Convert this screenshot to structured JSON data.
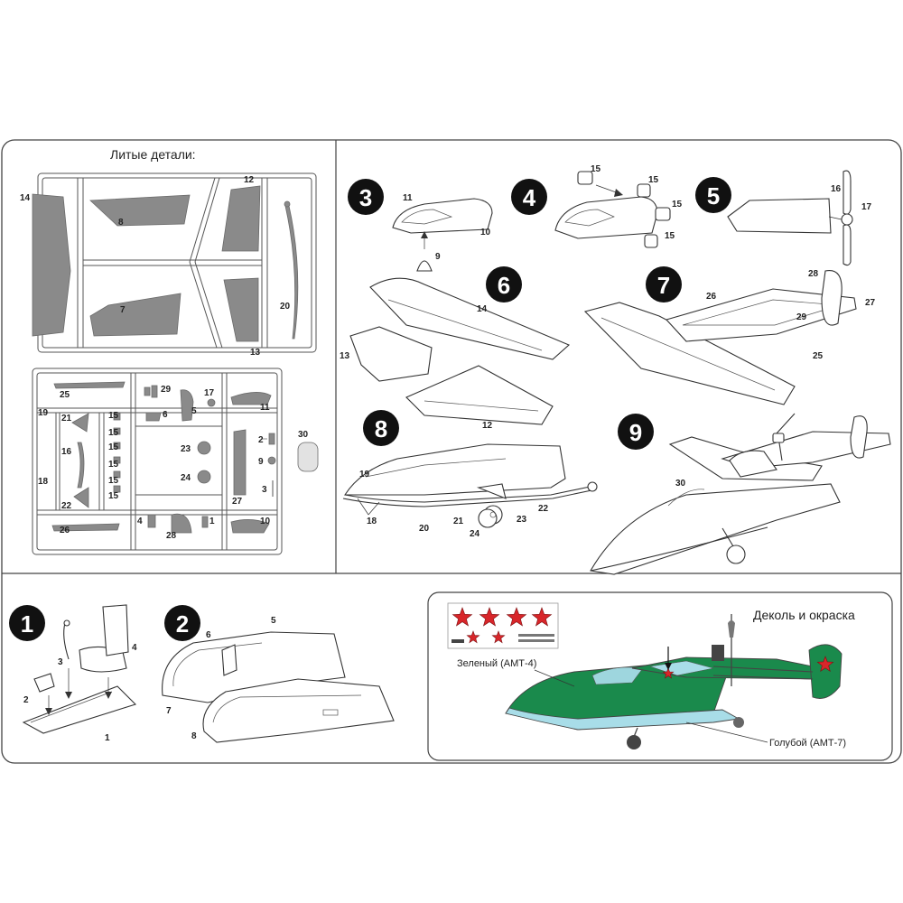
{
  "casting_panel": {
    "title": "Литые детали:",
    "sprue_a_labels": {
      "p14": "14",
      "p8": "8",
      "p12": "12",
      "p7": "7",
      "p20": "20",
      "p13": "13"
    },
    "sprue_b_labels": {
      "p25": "25",
      "p29": "29",
      "p17": "17",
      "p6": "6",
      "p5": "5",
      "p11": "11",
      "p19": "19",
      "p21": "21",
      "p15a": "15",
      "p15b": "15",
      "p15c": "15",
      "p15d": "15",
      "p15e": "15",
      "p15f": "15",
      "p16": "16",
      "p18": "18",
      "p22": "22",
      "p23": "23",
      "p24": "24",
      "p27": "27",
      "p2": "2",
      "p9": "9",
      "p3": "3",
      "p30": "30",
      "p26": "26",
      "p4": "4",
      "p28": "28",
      "p1": "1",
      "p10": "10"
    }
  },
  "steps": {
    "s1": {
      "num": "1",
      "labels": {
        "a": "3",
        "b": "4",
        "c": "2",
        "d": "1"
      }
    },
    "s2": {
      "num": "2",
      "labels": {
        "a": "6",
        "b": "5",
        "c": "7",
        "d": "8"
      }
    },
    "s3": {
      "num": "3",
      "labels": {
        "a": "11",
        "b": "10",
        "c": "9"
      }
    },
    "s4": {
      "num": "4",
      "labels": {
        "a": "15",
        "b": "15",
        "c": "15",
        "d": "15"
      }
    },
    "s5": {
      "num": "5",
      "labels": {
        "a": "16",
        "b": "17"
      }
    },
    "s6": {
      "num": "6",
      "labels": {
        "a": "14",
        "b": "13",
        "c": "12"
      }
    },
    "s7": {
      "num": "7",
      "labels": {
        "a": "28",
        "b": "26",
        "c": "27",
        "d": "29",
        "e": "25"
      }
    },
    "s8": {
      "num": "8",
      "labels": {
        "a": "19",
        "b": "18",
        "c": "20",
        "d": "21",
        "e": "24",
        "f": "23",
        "g": "22"
      }
    },
    "s9": {
      "num": "9",
      "labels": {
        "a": "30"
      }
    }
  },
  "decal_panel": {
    "title": "Деколь и окраска",
    "green_label": "Зеленый (АМТ-4)",
    "blue_label": "Голубой (АМТ-7)"
  },
  "colors": {
    "green": "#1a8a4c",
    "light_blue": "#a8dde8",
    "star_red": "#d8262a",
    "gray": "#8a8a8a"
  }
}
